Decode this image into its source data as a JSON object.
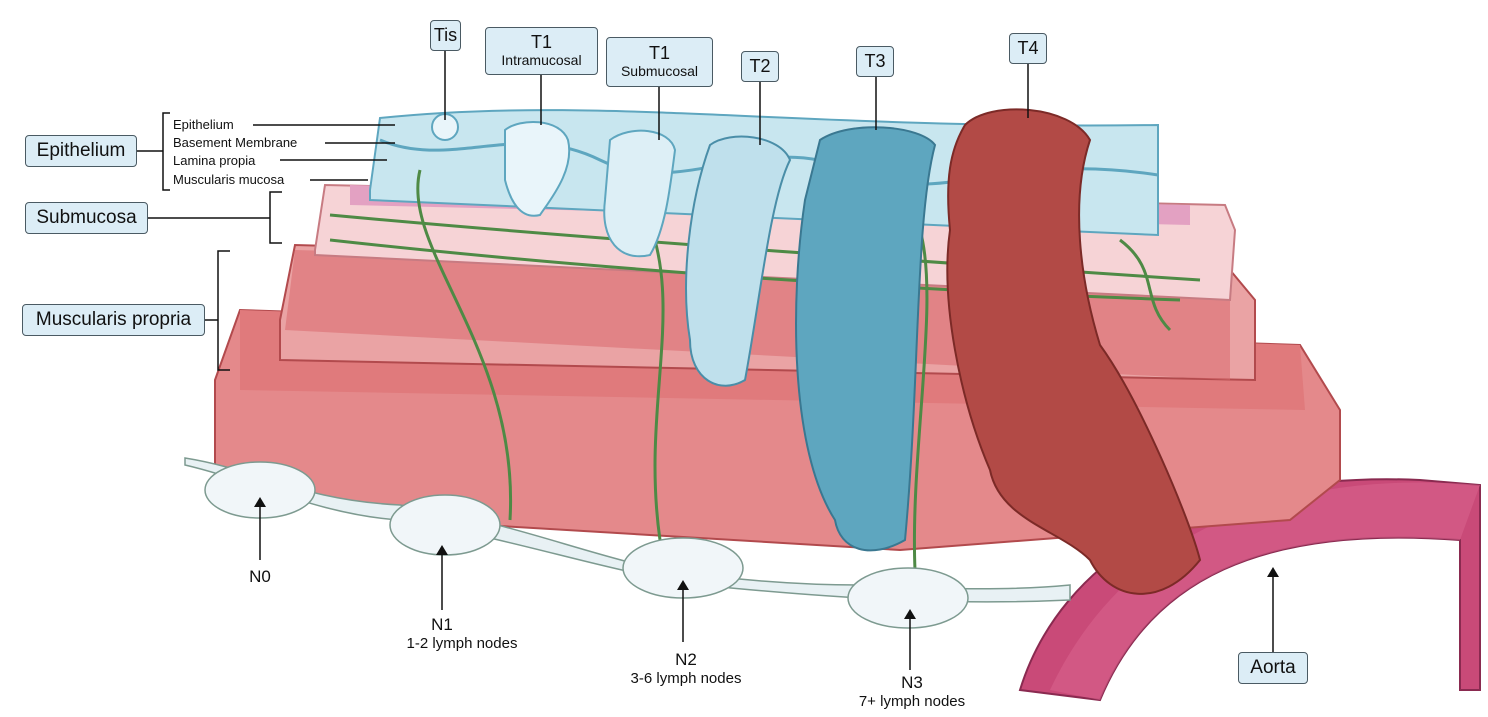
{
  "title_labels": {
    "tis": "Tis",
    "t1_intramucosal": {
      "stage": "T1",
      "desc": "Intramucosal"
    },
    "t1_submucosal": {
      "stage": "T1",
      "desc": "Submucosal"
    },
    "t2": "T2",
    "t3": "T3",
    "t4": "T4"
  },
  "layers": {
    "epithelium": "Epithelium",
    "submucosa": "Submucosa",
    "muscularis_propria": "Muscularis propria",
    "sublayers": [
      "Epithelium",
      "Basement Membrane",
      "Lamina propia",
      "Muscularis mucosa"
    ]
  },
  "nodes": [
    {
      "stage": "N0",
      "desc": ""
    },
    {
      "stage": "N1",
      "desc": "1-2 lymph nodes"
    },
    {
      "stage": "N2",
      "desc": "3-6 lymph nodes"
    },
    {
      "stage": "N3",
      "desc": "7+ lymph nodes"
    }
  ],
  "aorta": "Aorta",
  "colors": {
    "epithelium": "#c8e6ef",
    "submucosa": "#f6d3d6",
    "muscle": "#e07a7c",
    "tumor_blue": "#5ea6bf",
    "tumor_red": "#a9433f",
    "aorta": "#c94a78",
    "vessel": "#4e8a45"
  }
}
